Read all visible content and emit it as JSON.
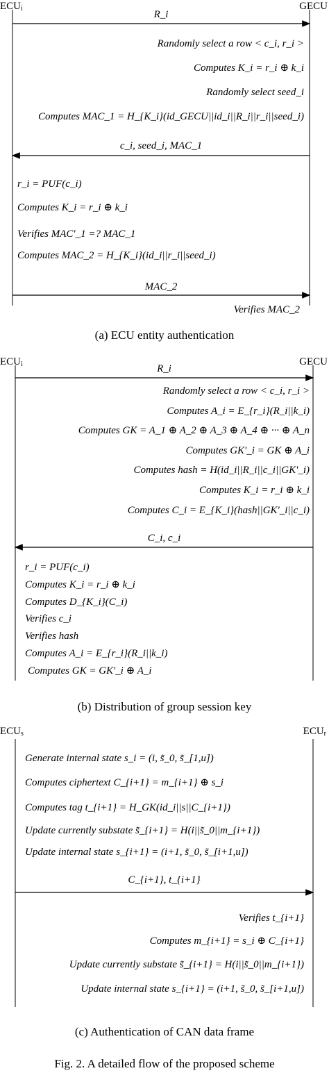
{
  "panel_a": {
    "left_entity": "ECU",
    "left_entity_sub": "i",
    "right_entity": "GECU",
    "msg1": "R_i",
    "gecu_steps": [
      "Randomly select a row < c_i, r_i >",
      "Computes K_i = r_i ⊕ k_i",
      "Randomly select seed_i",
      "Computes MAC_1 = H_{K_i}(id_GECU||id_i||R_i||r_i||seed_i)"
    ],
    "msg2": "c_i, seed_i, MAC_1",
    "ecu_steps": [
      "r_i = PUF(c_i)",
      "Computes K_i = r_i ⊕ k_i",
      "Verifies MAC'_1 =? MAC_1",
      "Computes MAC_2 = H_{K_i}(id_i||r_i||seed_i)"
    ],
    "msg3": "MAC_2",
    "final_step": "Verifies MAC_2",
    "caption": "(a)  ECU entity authentication"
  },
  "panel_b": {
    "left_entity": "ECU",
    "left_entity_sub": "i",
    "right_entity": "GECU",
    "msg1": "R_i",
    "gecu_steps": [
      "Randomly select a row < c_i, r_i >",
      "Computes A_i = E_{r_i}(R_i||k_i)",
      "Computes GK = A_1 ⊕ A_2 ⊕ A_3 ⊕ A_4 ⊕ ··· ⊕ A_n",
      "Computes GK'_i = GK ⊕ A_i",
      "Computes hash = H(id_i||R_i||c_i||GK'_i)",
      "Computes K_i = r_i ⊕ k_i",
      "Computes C_i = E_{K_i}(hash||GK'_i||c_i)"
    ],
    "msg2": "C_i, c_i",
    "ecu_steps": [
      "r_i = PUF(c_i)",
      "Computes K_i = r_i ⊕ k_i",
      "Computes D_{K_i}(C_i)",
      "Verifies c_i",
      "Verifies hash",
      "Computes A_i = E_{r_i}(R_i||k_i)",
      "Computes GK = GK'_i ⊕ A_i"
    ],
    "caption": "(b)  Distribution of group session key"
  },
  "panel_c": {
    "left_entity": "ECU",
    "left_entity_sub": "s",
    "right_entity": "ECU",
    "right_entity_sub": "r",
    "sender_steps": [
      "Generate internal state s_i = (i, s̃_0, s̃_[1,u])",
      "Computes ciphertext C_{i+1} = m_{i+1} ⊕ s_i",
      "Computes tag t_{i+1} = H_GK(id_i||s||C_{i+1})",
      "Update currently substate s̃_{i+1} = H(i||s̃_0||m_{i+1})",
      "Update internal state s_{i+1} = (i+1, s̃_0, s̃_[i+1,u])"
    ],
    "msg1": "C_{i+1}, t_{i+1}",
    "receiver_steps": [
      "Verifies t_{i+1}",
      "Computes m_{i+1} = s_i ⊕ C_{i+1}",
      "Update currently substate s̃_{i+1} = H(i||s̃_0||m_{i+1})",
      "Update internal state s_{i+1} = (i+1, s̃_0, s̃_[i+1,u])"
    ],
    "caption": "(c)  Authentication of CAN data frame"
  },
  "figure_caption": "Fig. 2.   A detailed flow of the proposed scheme"
}
